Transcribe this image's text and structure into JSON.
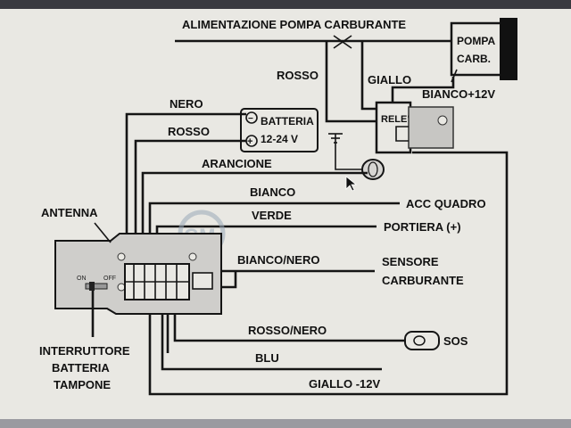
{
  "labels": {
    "alimentazione": "ALIMENTAZIONE POMPA CARBURANTE",
    "pompa_line1": "POMPA",
    "pompa_line2": "CARB.",
    "rosso_top": "ROSSO",
    "giallo_top": "GIALLO",
    "bianco_12v": "BIANCO+12V",
    "rele": "RELE'",
    "nero": "NERO",
    "rosso_batt": "ROSSO",
    "batteria_line1": "BATTERIA",
    "batteria_line2": "12-24 V",
    "arancione": "ARANCIONE",
    "bianco": "BIANCO",
    "acc_quadro": "ACC QUADRO",
    "verde": "VERDE",
    "portiera": "PORTIERA (+)",
    "antenna": "ANTENNA",
    "bianco_nero": "BIANCO/NERO",
    "sensore_line1": "SENSORE",
    "sensore_line2": "CARBURANTE",
    "rosso_nero": "ROSSO/NERO",
    "sos": "SOS",
    "blu": "BLU",
    "giallo_12v": "GIALLO -12V",
    "interruttore_line1": "INTERRUTTORE",
    "interruttore_line2": "BATTERIA",
    "interruttore_line3": "TAMPONE",
    "switch_on": "ON",
    "switch_off": "OFF",
    "minus_sign": "−",
    "plus_sign": "+"
  },
  "watermark": "GM",
  "colors": {
    "paper": "#e9e8e3",
    "ink": "#151515",
    "bezel": "#6e6e74"
  }
}
